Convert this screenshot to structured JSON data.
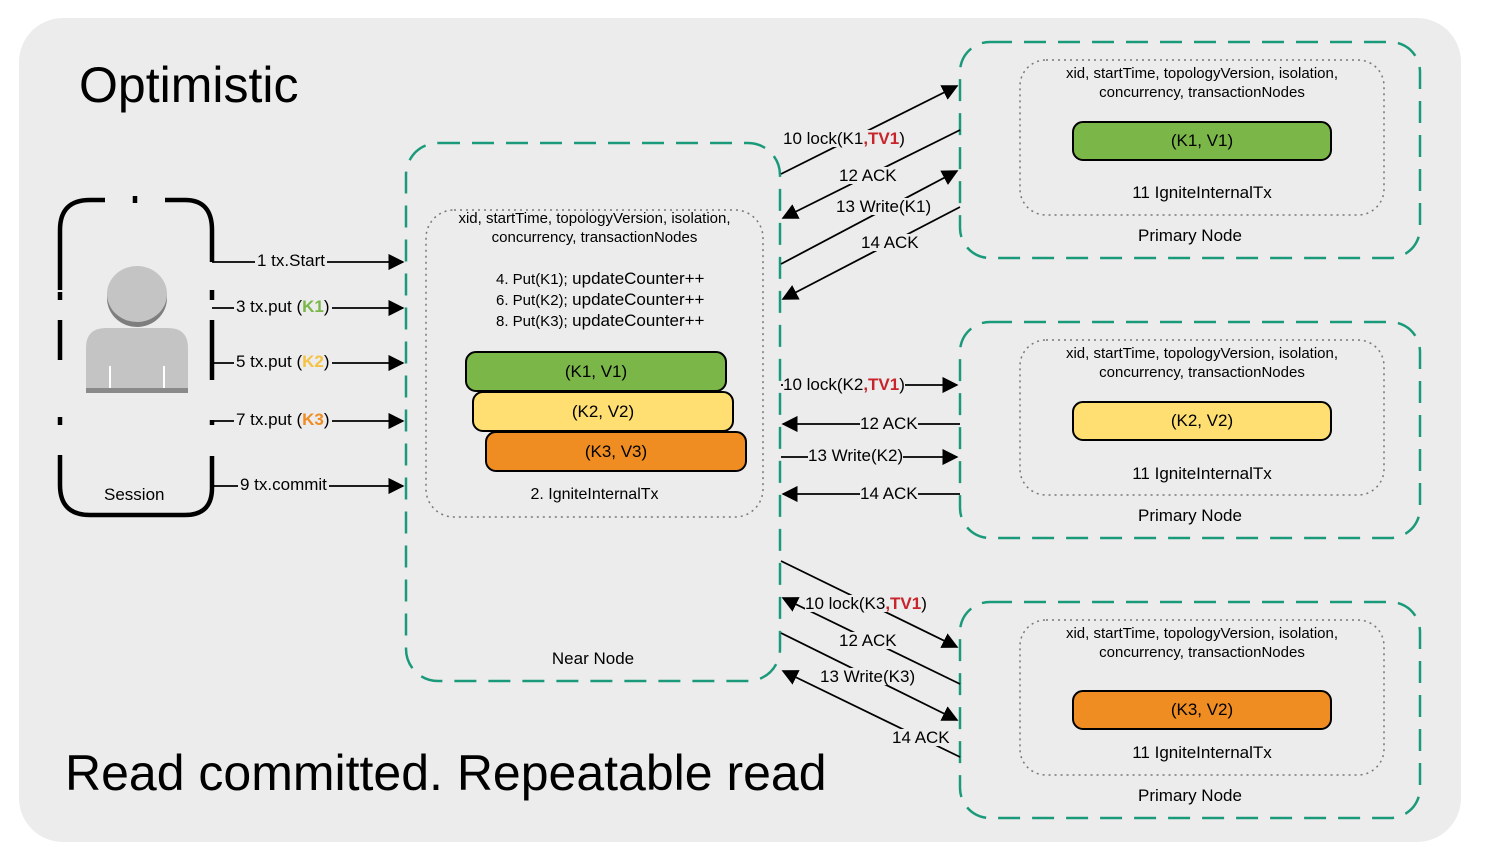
{
  "title": "Optimistic",
  "subtitle": "Read committed. Repeatable read",
  "colors": {
    "background": "#ececec",
    "dashed_border": "#1a9a7a",
    "green": "#7ab648",
    "yellow": "#ffdf71",
    "orange": "#ef8d22",
    "red_text": "#c8242b"
  },
  "session": {
    "label": "Session",
    "icon": "user-icon",
    "arrows": [
      {
        "prefix": "1 tx.Start",
        "key": "",
        "suffix": ""
      },
      {
        "prefix": "3 tx.put (",
        "key": "K1",
        "suffix": ")"
      },
      {
        "prefix": "5 tx.put (",
        "key": "K2",
        "suffix": ")"
      },
      {
        "prefix": "7 tx.put (",
        "key": "K3",
        "suffix": ")"
      },
      {
        "prefix": "9 tx.commit",
        "key": "",
        "suffix": ""
      }
    ]
  },
  "near_node": {
    "label": "Near Node",
    "tx_fields_line1": "xid, startTime, topologyVersion, isolation,",
    "tx_fields_line2": "concurrency, transactionNodes",
    "ops": [
      {
        "a": "4. Put(K1);",
        "b": "updateCounter++"
      },
      {
        "a": "6. Put(K2);",
        "b": "updateCounter++"
      },
      {
        "a": "8. Put(K3);",
        "b": "updateCounter++"
      }
    ],
    "entries": [
      "(K1, V1)",
      "(K2, V2)",
      "(K3, V3)"
    ],
    "tx_label": "2. IgniteInternalTx"
  },
  "primary_nodes": [
    {
      "label": "Primary Node",
      "tx_fields_line1": "xid, startTime, topologyVersion, isolation,",
      "tx_fields_line2": "concurrency, transactionNodes",
      "entry": "(K1, V1)",
      "tx_label": "11 IgniteInternalTx",
      "msgs": {
        "lock_prefix": "10 lock(K1",
        "lock_tv": ",TV1",
        "lock_suffix": ")",
        "ack1": "12 ACK",
        "write": "13 Write(K1)",
        "ack2": "14 ACK"
      }
    },
    {
      "label": "Primary Node",
      "tx_fields_line1": "xid, startTime, topologyVersion, isolation,",
      "tx_fields_line2": "concurrency, transactionNodes",
      "entry": "(K2, V2)",
      "tx_label": "11 IgniteInternalTx",
      "msgs": {
        "lock_prefix": "10 lock(K2",
        "lock_tv": ",TV1",
        "lock_suffix": ")",
        "ack1": "12 ACK",
        "write": "13 Write(K2)",
        "ack2": "14 ACK"
      }
    },
    {
      "label": "Primary Node",
      "tx_fields_line1": "xid, startTime, topologyVersion, isolation,",
      "tx_fields_line2": "concurrency, transactionNodes",
      "entry": "(K3, V2)",
      "tx_label": "11 IgniteInternalTx",
      "msgs": {
        "lock_prefix": "10 lock(K3",
        "lock_tv": ",TV1",
        "lock_suffix": ")",
        "ack1": "12 ACK",
        "write": "13 Write(K3)",
        "ack2": "14 ACK"
      }
    }
  ]
}
